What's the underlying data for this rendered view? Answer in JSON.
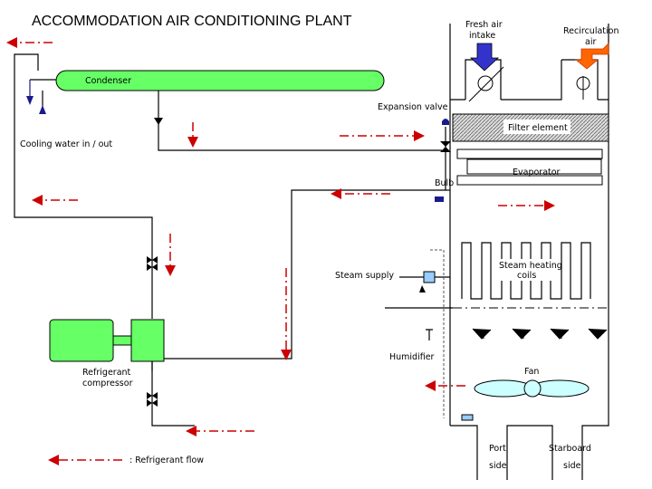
{
  "title": "ACCOMMODATION AIR CONDITIONING PLANT",
  "labels": {
    "fresh_air_1": "Fresh air",
    "fresh_air_2": "intake",
    "recirc_1": "Recirculation",
    "recirc_2": "air",
    "condenser": "Condenser",
    "expansion_valve": "Expansion valve",
    "filter_element": "Filter element",
    "cooling_water": "Cooling water in / out",
    "evaporator": "Evaporator",
    "bulb": "Bulb",
    "steam_heating_1": "Steam heating",
    "steam_heating_2": "coils",
    "steam_supply": "Steam supply",
    "humidifier": "Humidifier",
    "fan": "Fan",
    "compressor_1": "Refrigerant",
    "compressor_2": "compressor",
    "port_1": "Port",
    "port_2": "side",
    "starboard_1": "Starboard",
    "starboard_2": "side",
    "legend": ": Refrigerant flow"
  },
  "colors": {
    "condenser_fill": "#66ff66",
    "compressor_fill": "#66ff66",
    "fresh_air_arrow": "#3333cc",
    "recirc_arrow": "#ff6600",
    "flow_arrow": "#cc0000",
    "fan_fill": "#ccffff",
    "filter_hatch": "#888888",
    "sensor_fill": "#99ccff",
    "valve_fill": "#000000",
    "bulb_fill": "#1a1a8c"
  }
}
